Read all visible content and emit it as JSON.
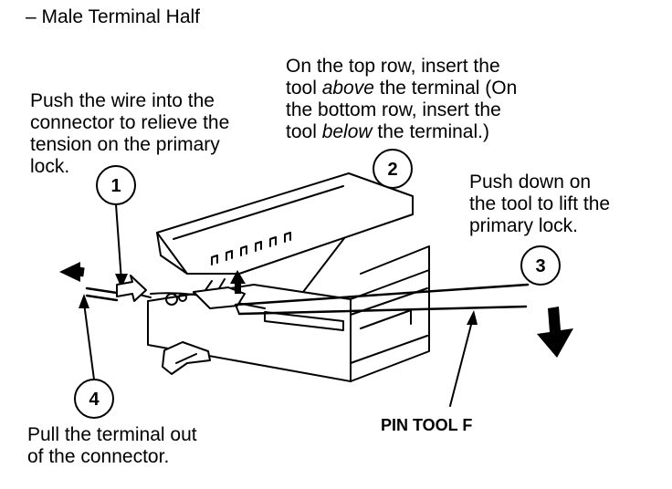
{
  "heading": "– Male Terminal Half",
  "step1": {
    "number": "1",
    "lines": [
      "Push the wire into the",
      "connector to relieve the",
      "tension on the primary",
      "lock."
    ]
  },
  "step2": {
    "number": "2",
    "line1": "On the top row, insert the",
    "line2_pre": "tool ",
    "line2_em": "above",
    "line2_post": " the terminal (On",
    "line3": "the bottom row, insert the",
    "line4_pre": "tool ",
    "line4_em": "below",
    "line4_post": " the terminal.)"
  },
  "step3": {
    "number": "3",
    "lines": [
      "Push down on",
      "the tool to lift the",
      "primary lock."
    ]
  },
  "step4": {
    "number": "4",
    "lines": [
      "Pull the terminal out",
      "of the connector."
    ]
  },
  "tool_label": "PIN TOOL F"
}
